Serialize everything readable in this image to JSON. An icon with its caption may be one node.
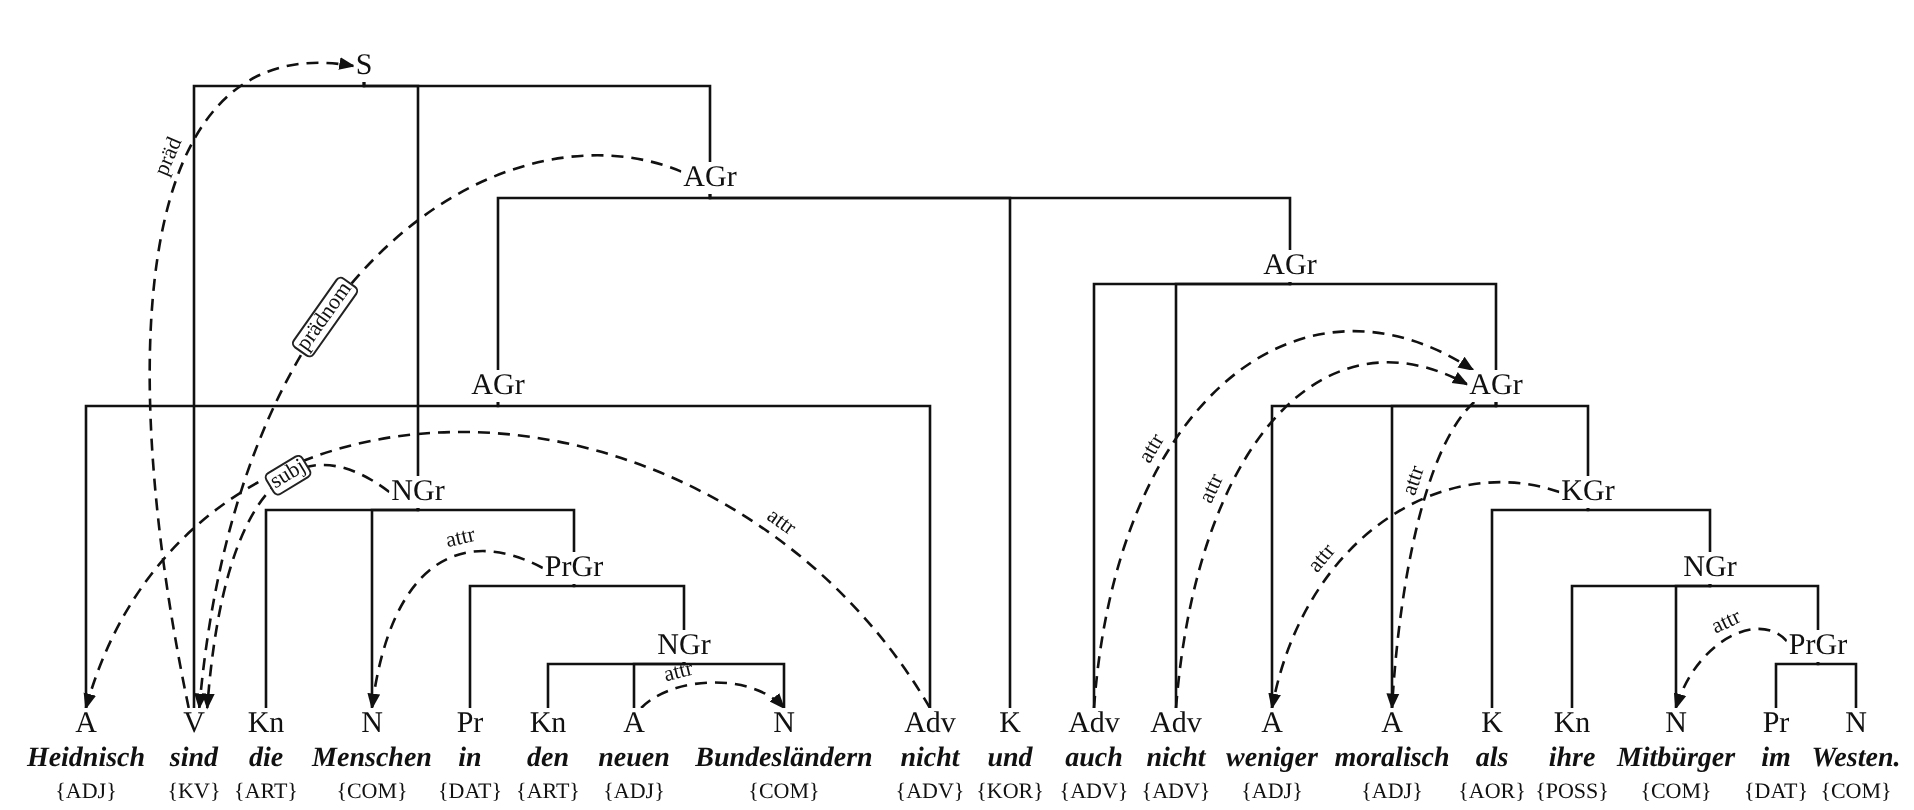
{
  "diagram": {
    "nodes": [
      {
        "text": [
          "S"
        ]
      },
      {
        "text": [
          "AGr"
        ]
      },
      {
        "text": [
          "AGr"
        ]
      },
      {
        "text": [
          "AGr"
        ]
      },
      {
        "text": [
          "AGr"
        ]
      },
      {
        "text": [
          "NGr"
        ]
      },
      {
        "text": [
          "KGr"
        ]
      },
      {
        "text": [
          "PrGr"
        ]
      },
      {
        "text": [
          "NGr"
        ]
      },
      {
        "text": [
          "NGr"
        ]
      },
      {
        "text": [
          "PrGr"
        ]
      },
      {
        "text": [
          "A",
          "Heidnisch",
          "{ADJ}"
        ]
      },
      {
        "text": [
          "V",
          "sind",
          "{KV}"
        ]
      },
      {
        "text": [
          "Kn",
          "die",
          "{ART}"
        ]
      },
      {
        "text": [
          "N",
          "Menschen",
          "{COM}"
        ]
      },
      {
        "text": [
          "Pr",
          "in",
          "{DAT}"
        ]
      },
      {
        "text": [
          "Kn",
          "den",
          "{ART}"
        ]
      },
      {
        "text": [
          "A",
          "neuen",
          "{ADJ}"
        ]
      },
      {
        "text": [
          "N",
          "Bundesländern",
          "{COM}"
        ]
      },
      {
        "text": [
          "Adv",
          "nicht",
          "{ADV}"
        ]
      },
      {
        "text": [
          "K",
          "und",
          "{KOR}"
        ]
      },
      {
        "text": [
          "Adv",
          "auch",
          "{ADV}"
        ]
      },
      {
        "text": [
          "Adv",
          "nicht",
          "{ADV}"
        ]
      },
      {
        "text": [
          "A",
          "weniger",
          "{ADJ}"
        ]
      },
      {
        "text": [
          "A",
          "moralisch",
          "{ADJ}"
        ]
      },
      {
        "text": [
          "K",
          "als",
          "{AOR}"
        ]
      },
      {
        "text": [
          "Kn",
          "ihre",
          "{POSS}"
        ]
      },
      {
        "text": [
          "N",
          "Mitbürger",
          "{COM}"
        ]
      },
      {
        "text": [
          "Pr",
          "im",
          "{DAT}"
        ]
      },
      {
        "text": [
          "N",
          "Westen.",
          "{COM}"
        ]
      }
    ],
    "edges": [
      {
        "from": 0,
        "to": 12,
        "arrow": "none"
      },
      {
        "from": 0,
        "to": 5,
        "arrow": "none"
      },
      {
        "from": 0,
        "to": 1,
        "arrow": "none"
      },
      {
        "from": 1,
        "to": 3,
        "arrow": "none"
      },
      {
        "from": 1,
        "to": 20,
        "arrow": "none"
      },
      {
        "from": 1,
        "to": 2,
        "arrow": "none"
      },
      {
        "from": 2,
        "to": 21,
        "arrow": "none"
      },
      {
        "from": 2,
        "to": 22,
        "arrow": "none"
      },
      {
        "from": 2,
        "to": 4,
        "arrow": "none"
      },
      {
        "from": 3,
        "to": 11,
        "arrow": "none"
      },
      {
        "from": 3,
        "to": 19,
        "arrow": "none"
      },
      {
        "from": 4,
        "to": 23,
        "arrow": "none"
      },
      {
        "from": 4,
        "to": 24,
        "arrow": "none"
      },
      {
        "from": 4,
        "to": 6,
        "arrow": "none"
      },
      {
        "from": 5,
        "to": 13,
        "arrow": "none"
      },
      {
        "from": 5,
        "to": 14,
        "arrow": "none"
      },
      {
        "from": 5,
        "to": 7,
        "arrow": "none"
      },
      {
        "from": 6,
        "to": 25,
        "arrow": "none"
      },
      {
        "from": 6,
        "to": 8,
        "arrow": "none"
      },
      {
        "from": 7,
        "to": 15,
        "arrow": "none"
      },
      {
        "from": 7,
        "to": 9,
        "arrow": "none"
      },
      {
        "from": 8,
        "to": 26,
        "arrow": "none"
      },
      {
        "from": 8,
        "to": 27,
        "arrow": "none"
      },
      {
        "from": 8,
        "to": 10,
        "arrow": "none"
      },
      {
        "from": 9,
        "to": 16,
        "arrow": "none"
      },
      {
        "from": 9,
        "to": 17,
        "arrow": "none"
      },
      {
        "from": 9,
        "to": 18,
        "arrow": "none"
      },
      {
        "from": 10,
        "to": 28,
        "arrow": "none"
      },
      {
        "from": 10,
        "to": 29,
        "arrow": "none"
      },
      {
        "from": 12,
        "to": 0,
        "arrow": "to",
        "label": "präd",
        "style": "dashed"
      },
      {
        "from": 1,
        "to": 12,
        "arrow": "to",
        "label": "prädnom",
        "style": "dashed"
      },
      {
        "from": 5,
        "to": 12,
        "arrow": "to",
        "label": "subj",
        "style": "dashed"
      },
      {
        "from": 19,
        "to": 11,
        "arrow": "to",
        "label": "attr",
        "style": "dashed"
      },
      {
        "from": 7,
        "to": 14,
        "arrow": "to",
        "label": "attr",
        "style": "dashed"
      },
      {
        "from": 17,
        "to": 18,
        "arrow": "to",
        "label": "attr",
        "style": "dashed"
      },
      {
        "from": 21,
        "to": 4,
        "arrow": "to",
        "label": "attr",
        "style": "dashed"
      },
      {
        "from": 22,
        "to": 4,
        "arrow": "to",
        "label": "attr",
        "style": "dashed"
      },
      {
        "from": 4,
        "to": 24,
        "arrow": "to",
        "label": "attr",
        "style": "dashed"
      },
      {
        "from": 6,
        "to": 23,
        "arrow": "to",
        "label": "attr",
        "style": "dashed"
      },
      {
        "from": 10,
        "to": 27,
        "arrow": "to",
        "label": "attr",
        "style": "dashed"
      }
    ]
  }
}
